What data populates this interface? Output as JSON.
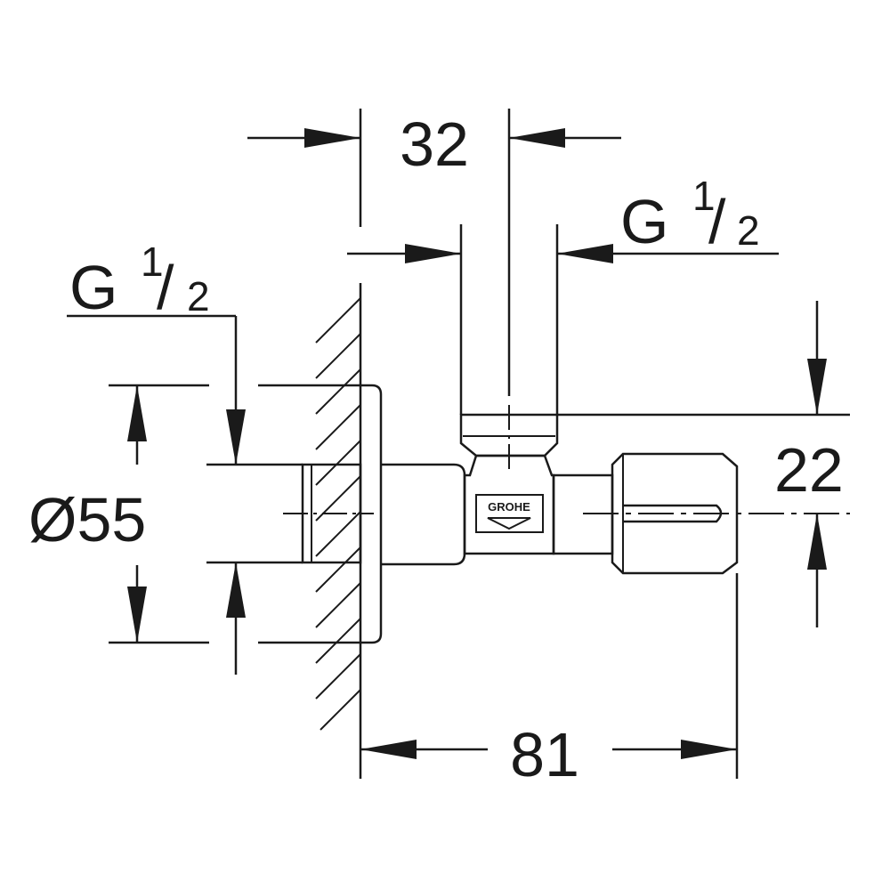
{
  "dimensions": {
    "top_width": "32",
    "outlet_thread": {
      "prefix": "G",
      "numerator": "1",
      "slash": "/",
      "denominator": "2"
    },
    "inlet_thread": {
      "prefix": "G",
      "numerator": "1",
      "slash": "/",
      "denominator": "2"
    },
    "rosette_diameter": "Ø55",
    "outlet_offset": "22",
    "overall_depth": "81"
  },
  "brand": {
    "logo_text": "GROHE"
  },
  "colors": {
    "line": "#1a1a1a",
    "background": "#ffffff"
  }
}
